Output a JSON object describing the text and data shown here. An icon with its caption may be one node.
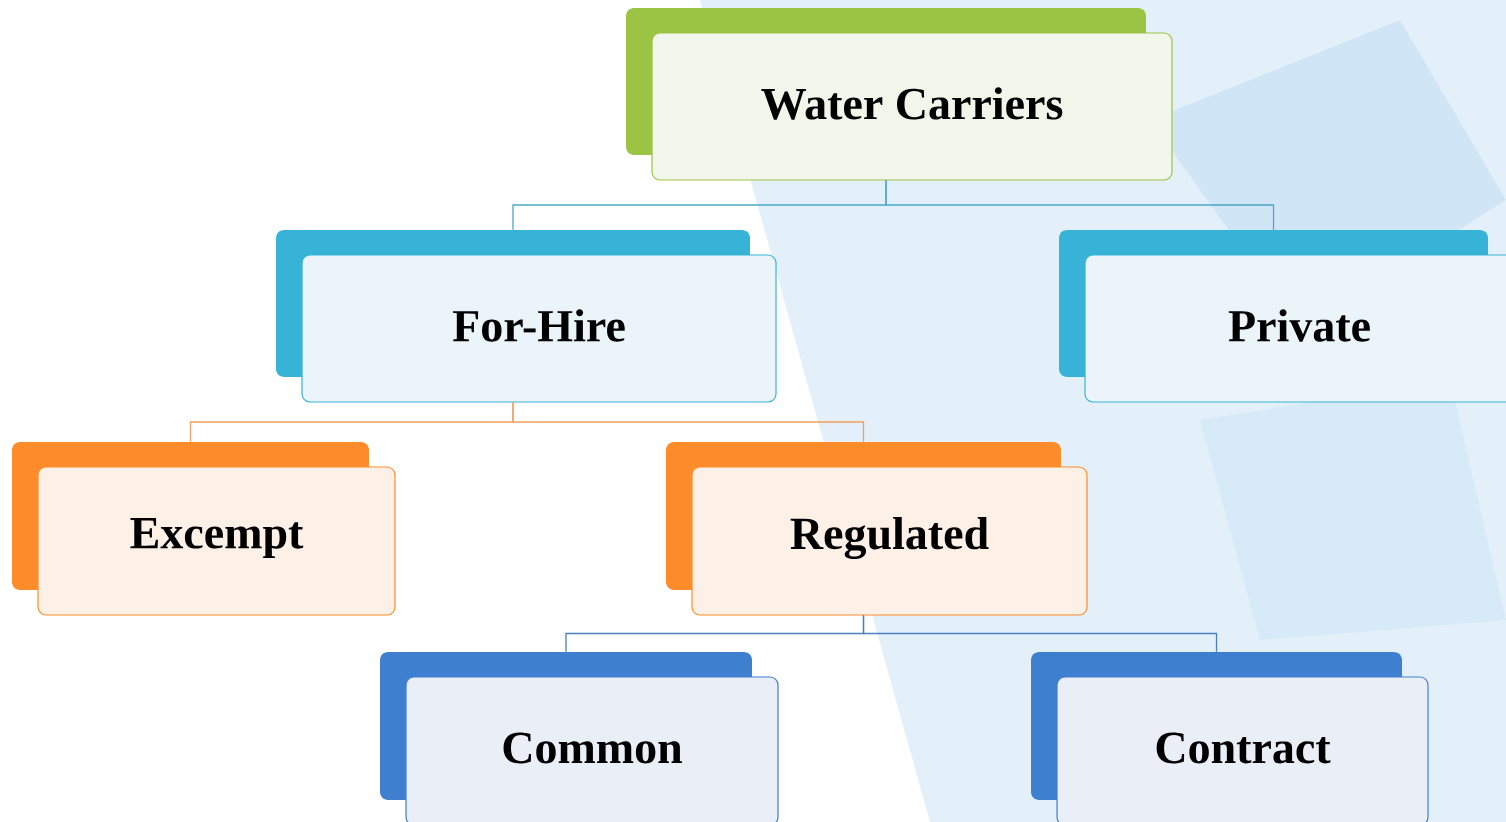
{
  "diagram": {
    "nodes": [
      {
        "text": [
          "Water Carriers"
        ]
      },
      {
        "text": [
          "For-Hire"
        ]
      },
      {
        "text": [
          "Private"
        ]
      },
      {
        "text": [
          "Excempt"
        ]
      },
      {
        "text": [
          "Regulated"
        ]
      },
      {
        "text": [
          "Common"
        ]
      },
      {
        "text": [
          "Contract"
        ]
      }
    ],
    "edges": [
      {
        "from": 0,
        "to": 1,
        "arrow": "none",
        "color": "#4aa8c8"
      },
      {
        "from": 0,
        "to": 2,
        "arrow": "none",
        "color": "#4aa8c8"
      },
      {
        "from": 1,
        "to": 3,
        "arrow": "none",
        "color": "#f0a060"
      },
      {
        "from": 1,
        "to": 4,
        "arrow": "none",
        "color": "#f0a060"
      },
      {
        "from": 4,
        "to": 5,
        "arrow": "none",
        "color": "#4a7fc0"
      },
      {
        "from": 4,
        "to": 6,
        "arrow": "none",
        "color": "#4a7fc0"
      }
    ]
  }
}
